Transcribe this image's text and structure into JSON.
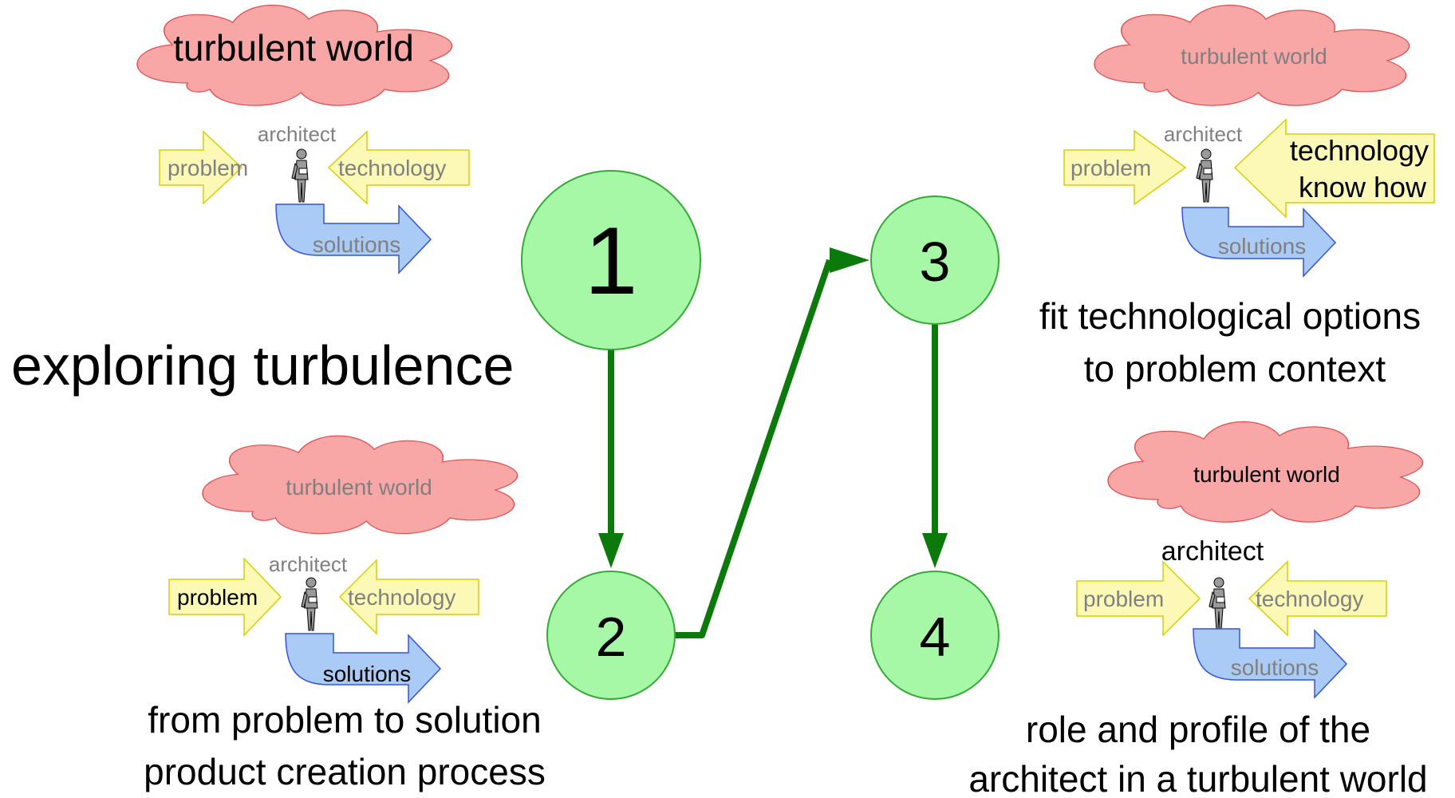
{
  "colors": {
    "cloud_fill": "#f8a6a6",
    "cloud_stroke": "#e05050",
    "arrow_fill": "#fbf9b5",
    "arrow_stroke": "#d6d000",
    "solutions_fill": "#a9cbf5",
    "solutions_stroke": "#3355dd",
    "node_fill": "#a6f8a6",
    "node_stroke": "#33aa33",
    "connector": "#0b7a0b",
    "text_dim": "#808080",
    "text_active": "#000000"
  },
  "headline": "exploring turbulence",
  "nodes": [
    {
      "id": "1",
      "label": "1"
    },
    {
      "id": "2",
      "label": "2"
    },
    {
      "id": "3",
      "label": "3"
    },
    {
      "id": "4",
      "label": "4"
    }
  ],
  "vignettes": [
    {
      "cloud": "turbulent world",
      "architect": "architect",
      "problem": "problem",
      "technology": "technology",
      "solutions": "solutions",
      "highlight": "cloud"
    },
    {
      "cloud": "turbulent world",
      "architect": "architect",
      "problem": "problem",
      "technology": "technology",
      "solutions": "solutions",
      "highlight": "flow"
    },
    {
      "cloud": "turbulent world",
      "architect": "architect",
      "problem": "problem",
      "technology_line1": "technology",
      "technology_line2": "know how",
      "solutions": "solutions",
      "highlight": "technology"
    },
    {
      "cloud": "turbulent world",
      "architect": "architect",
      "problem": "problem",
      "technology": "technology",
      "solutions": "solutions",
      "highlight": "architect"
    }
  ],
  "captions": {
    "c2": [
      "from problem to solution",
      "product creation process"
    ],
    "c3": [
      "fit technological options",
      "to problem context"
    ],
    "c4": [
      "role and profile of the",
      "architect in a turbulent world"
    ]
  }
}
